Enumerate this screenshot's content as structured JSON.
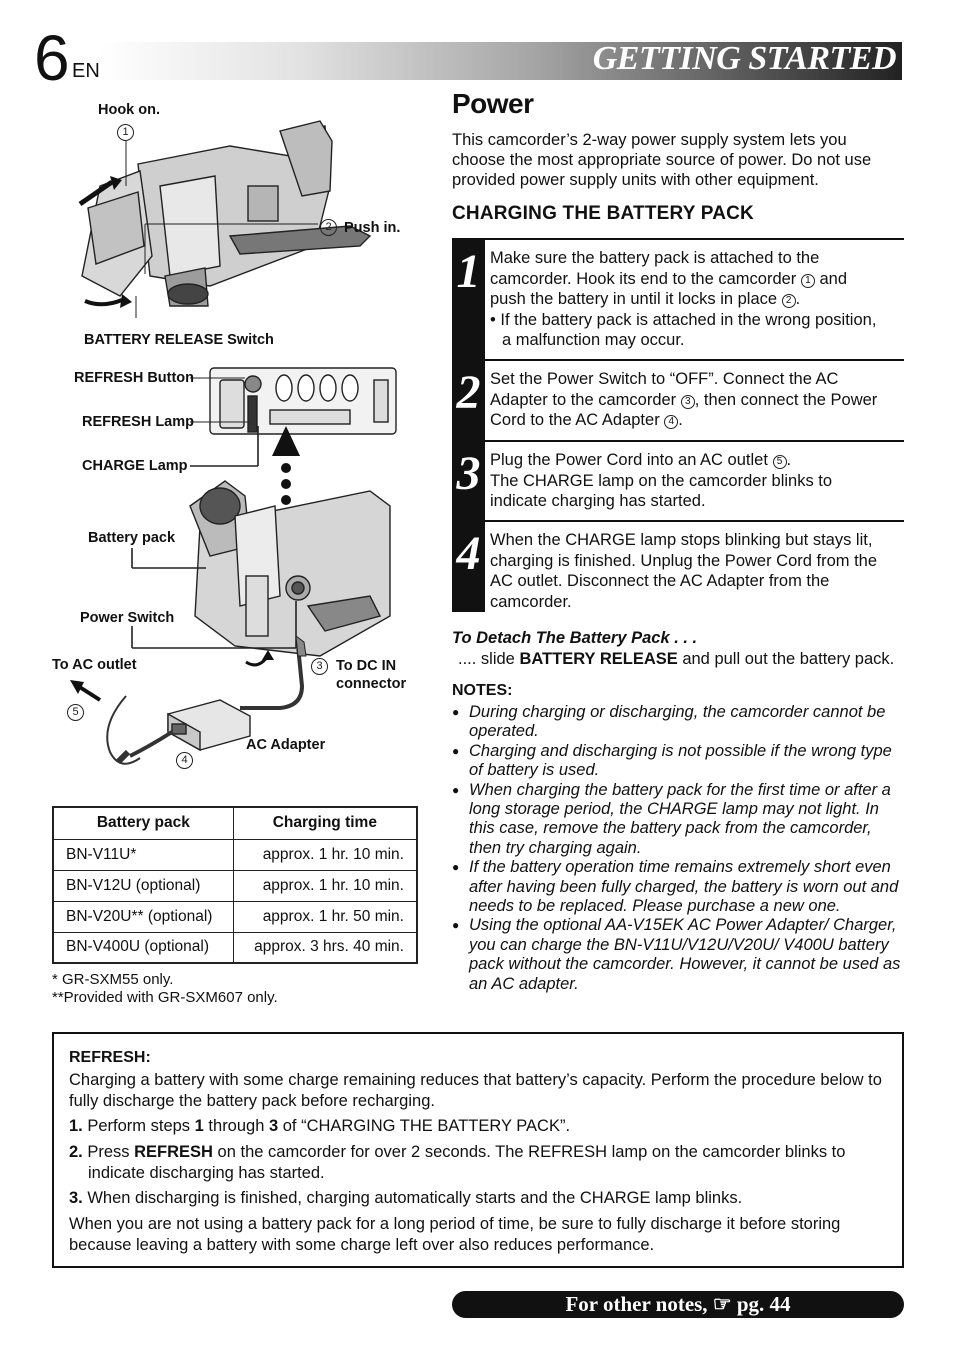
{
  "header": {
    "page_number": "6",
    "lang": "EN",
    "section_title": "GETTING STARTED"
  },
  "illustration": {
    "hook_on": "Hook on.",
    "push_in": "Push in.",
    "battery_release": "BATTERY RELEASE Switch",
    "refresh_button": "REFRESH Button",
    "refresh_lamp": "REFRESH Lamp",
    "charge_lamp": "CHARGE Lamp",
    "battery_pack": "Battery pack",
    "power_switch": "Power Switch",
    "to_ac_outlet": "To AC outlet",
    "to_dc_in_1": "To DC IN",
    "to_dc_in_2": "connector",
    "ac_adapter": "AC Adapter",
    "n1": "1",
    "n2": "2",
    "n3": "3",
    "n4": "4",
    "n5": "5"
  },
  "table": {
    "headers": [
      "Battery pack",
      "Charging time"
    ],
    "rows": [
      [
        "BN-V11U*",
        "approx. 1 hr. 10 min."
      ],
      [
        "BN-V12U (optional)",
        "approx. 1 hr. 10 min."
      ],
      [
        "BN-V20U** (optional)",
        "approx. 1 hr. 50 min."
      ],
      [
        "BN-V400U (optional)",
        "approx. 3 hrs. 40 min."
      ]
    ],
    "footnote1": "*  GR-SXM55 only.",
    "footnote2": "**Provided with GR-SXM607 only."
  },
  "power": {
    "title": "Power",
    "intro_1": "This camcorder’s 2-way power supply system lets you",
    "intro_2": "choose the most appropriate source of power. Do not use",
    "intro_3": "provided power supply units with other equipment.",
    "subtitle": "CHARGING THE BATTERY PACK"
  },
  "steps": [
    {
      "num": "1",
      "l1": "Make sure the battery pack is attached to the",
      "l2a": "camcorder. Hook its end to the camcorder ",
      "l2b": " and",
      "l3a": "push the battery in until it locks in place ",
      "l3b": ".",
      "b1": "• If the battery pack is attached in the wrong position,",
      "b2": "a malfunction may occur."
    },
    {
      "num": "2",
      "l1": "Set the Power Switch to “OFF”. Connect the AC",
      "l2a": "Adapter to the camcorder ",
      "l2b": ", then connect the Power",
      "l3a": "Cord to the AC Adapter ",
      "l3b": "."
    },
    {
      "num": "3",
      "l1a": "Plug the Power Cord into an AC outlet ",
      "l1b": ".",
      "l2": "The CHARGE lamp on the camcorder blinks to",
      "l3": "indicate charging has started."
    },
    {
      "num": "4",
      "l1": "When the CHARGE lamp stops blinking but stays lit,",
      "l2": "charging is finished. Unplug the Power Cord from the",
      "l3": "AC outlet. Disconnect the AC Adapter from the",
      "l4": "camcorder."
    }
  ],
  "detach": {
    "heading": "To Detach The Battery Pack . . .",
    "text_a": "....  slide ",
    "text_b": "BATTERY RELEASE",
    "text_c": " and pull out the battery pack."
  },
  "notes": {
    "heading": "NOTES:",
    "items": [
      "During charging or discharging, the camcorder cannot be operated.",
      "Charging and discharging is not possible if the wrong type of battery is used.",
      "When charging the battery pack for the first time or after a long storage period, the CHARGE lamp may not light. In this case, remove the battery pack from the camcorder, then try charging again.",
      "If the battery operation time remains extremely short even after having been fully charged, the battery is worn out and needs to be replaced. Please purchase a new one.",
      "Using the optional AA-V15EK AC Power Adapter/ Charger, you can charge the BN-V11U/V12U/V20U/ V400U battery pack without the camcorder. However, it cannot be used as an AC adapter."
    ]
  },
  "refresh": {
    "heading": "REFRESH:",
    "intro": "Charging a battery with some charge remaining reduces that battery’s capacity. Perform the procedure below to fully discharge the battery pack before recharging.",
    "s1_num": "1.",
    "s1_a": "Perform steps ",
    "s1_b": "1",
    "s1_c": " through ",
    "s1_d": "3",
    "s1_e": " of “CHARGING THE BATTERY PACK”.",
    "s2_num": "2.",
    "s2_a": "Press ",
    "s2_b": "REFRESH",
    "s2_c": " on the camcorder for over 2 seconds. The REFRESH lamp on the camcorder blinks to indicate discharging has started.",
    "s3_num": "3.",
    "s3_a": "When discharging is finished, charging automatically starts and the CHARGE lamp blinks.",
    "outro": "When you are not using a battery pack for a long period of time, be sure to fully discharge it before storing because leaving a battery with some charge left over also reduces performance."
  },
  "footer": {
    "text": "For other notes, ☞ pg. 44"
  }
}
